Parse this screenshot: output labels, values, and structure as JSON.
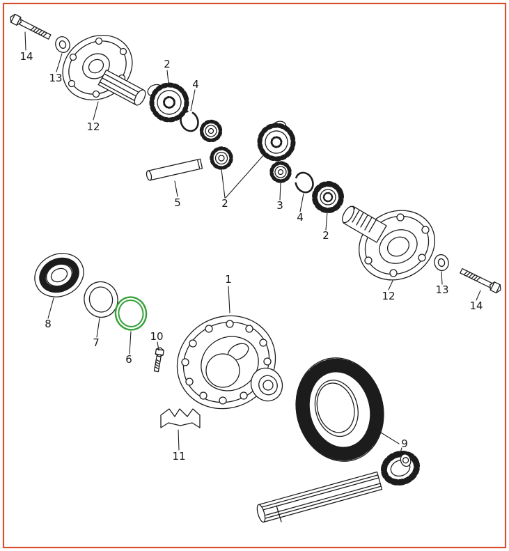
{
  "background_color": "#ffffff",
  "frame": {
    "color": "#d9502f"
  },
  "highlight_color": "#36a13a",
  "ink_color": "#1c1c1c",
  "callouts": [
    {
      "number": "14",
      "part": "flange-bolt-left"
    },
    {
      "number": "13",
      "part": "spring-washer-left"
    },
    {
      "number": "12",
      "part": "output-flange-left"
    },
    {
      "number": "2",
      "part": "differential-side-gear-upper"
    },
    {
      "number": "4",
      "part": "snap-ring-upper"
    },
    {
      "number": "5",
      "part": "pinion-cross-shaft"
    },
    {
      "number": "2",
      "part": "differential-gears-middle"
    },
    {
      "number": "3",
      "part": "differential-pinion"
    },
    {
      "number": "4",
      "part": "snap-ring-lower"
    },
    {
      "number": "2",
      "part": "differential-side-gear-right"
    },
    {
      "number": "12",
      "part": "output-flange-right"
    },
    {
      "number": "13",
      "part": "spring-washer-right"
    },
    {
      "number": "14",
      "part": "flange-bolt-right"
    },
    {
      "number": "8",
      "part": "tapered-roller-bearing"
    },
    {
      "number": "7",
      "part": "shim"
    },
    {
      "number": "6",
      "part": "spacer-ring-highlighted"
    },
    {
      "number": "10",
      "part": "hex-bolt-small"
    },
    {
      "number": "1",
      "part": "differential-housing"
    },
    {
      "number": "11",
      "part": "lock-plate"
    },
    {
      "number": "9",
      "part": "ring-gear-and-pinion"
    }
  ]
}
